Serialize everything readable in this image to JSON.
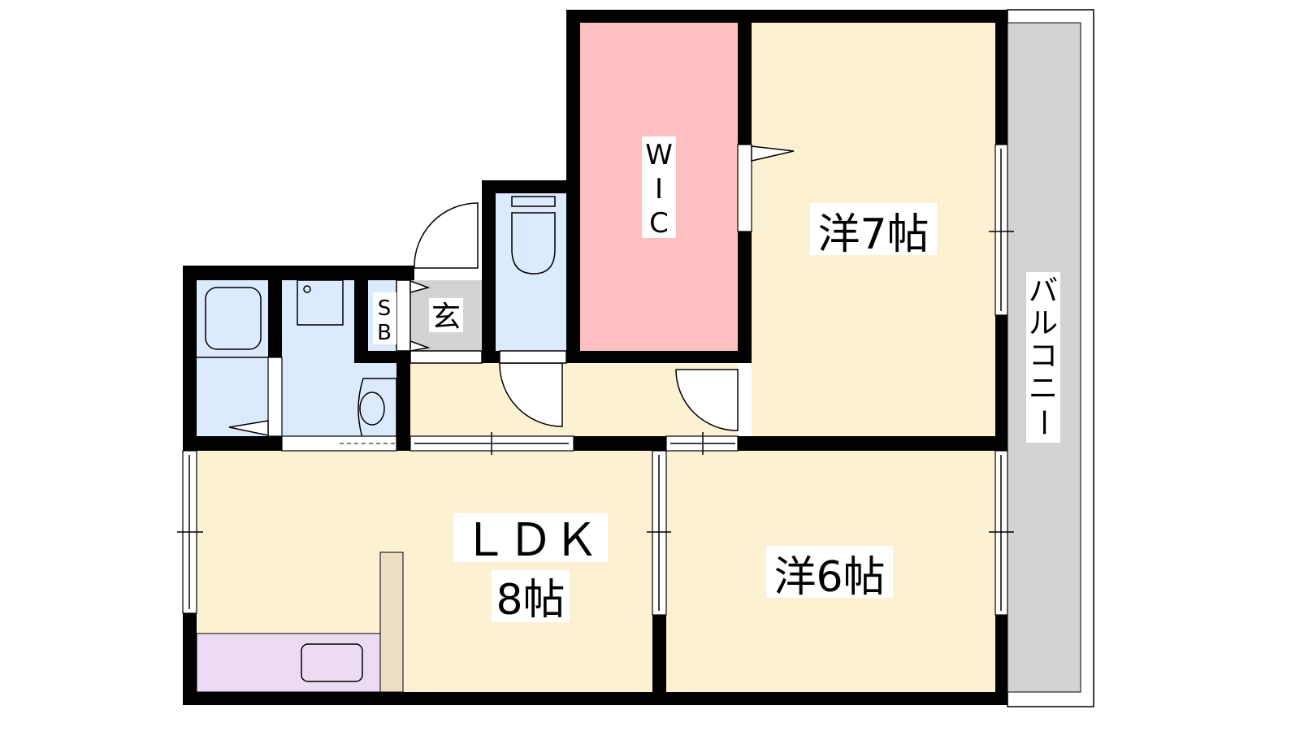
{
  "plan": {
    "rooms": {
      "western_7": "洋7帖",
      "western_6": "洋6帖",
      "ldk": "ＬＤＫ",
      "ldk_size": "8帖",
      "wic": [
        "W",
        "I",
        "C"
      ],
      "entrance": "玄",
      "shoe_box": [
        "S",
        "B"
      ],
      "balcony": [
        "バ",
        "ル",
        "コ",
        "ニ",
        "ー"
      ]
    },
    "colors": {
      "room": "#fdf1d3",
      "wet_area": "#dbebfd",
      "wic": "#fdbfbf",
      "entrance": "#d3d3d3",
      "balcony": "#d3d3d3",
      "kitchen": "#ecdcf3",
      "counter": "#eedec3",
      "wall": "#000000"
    }
  }
}
